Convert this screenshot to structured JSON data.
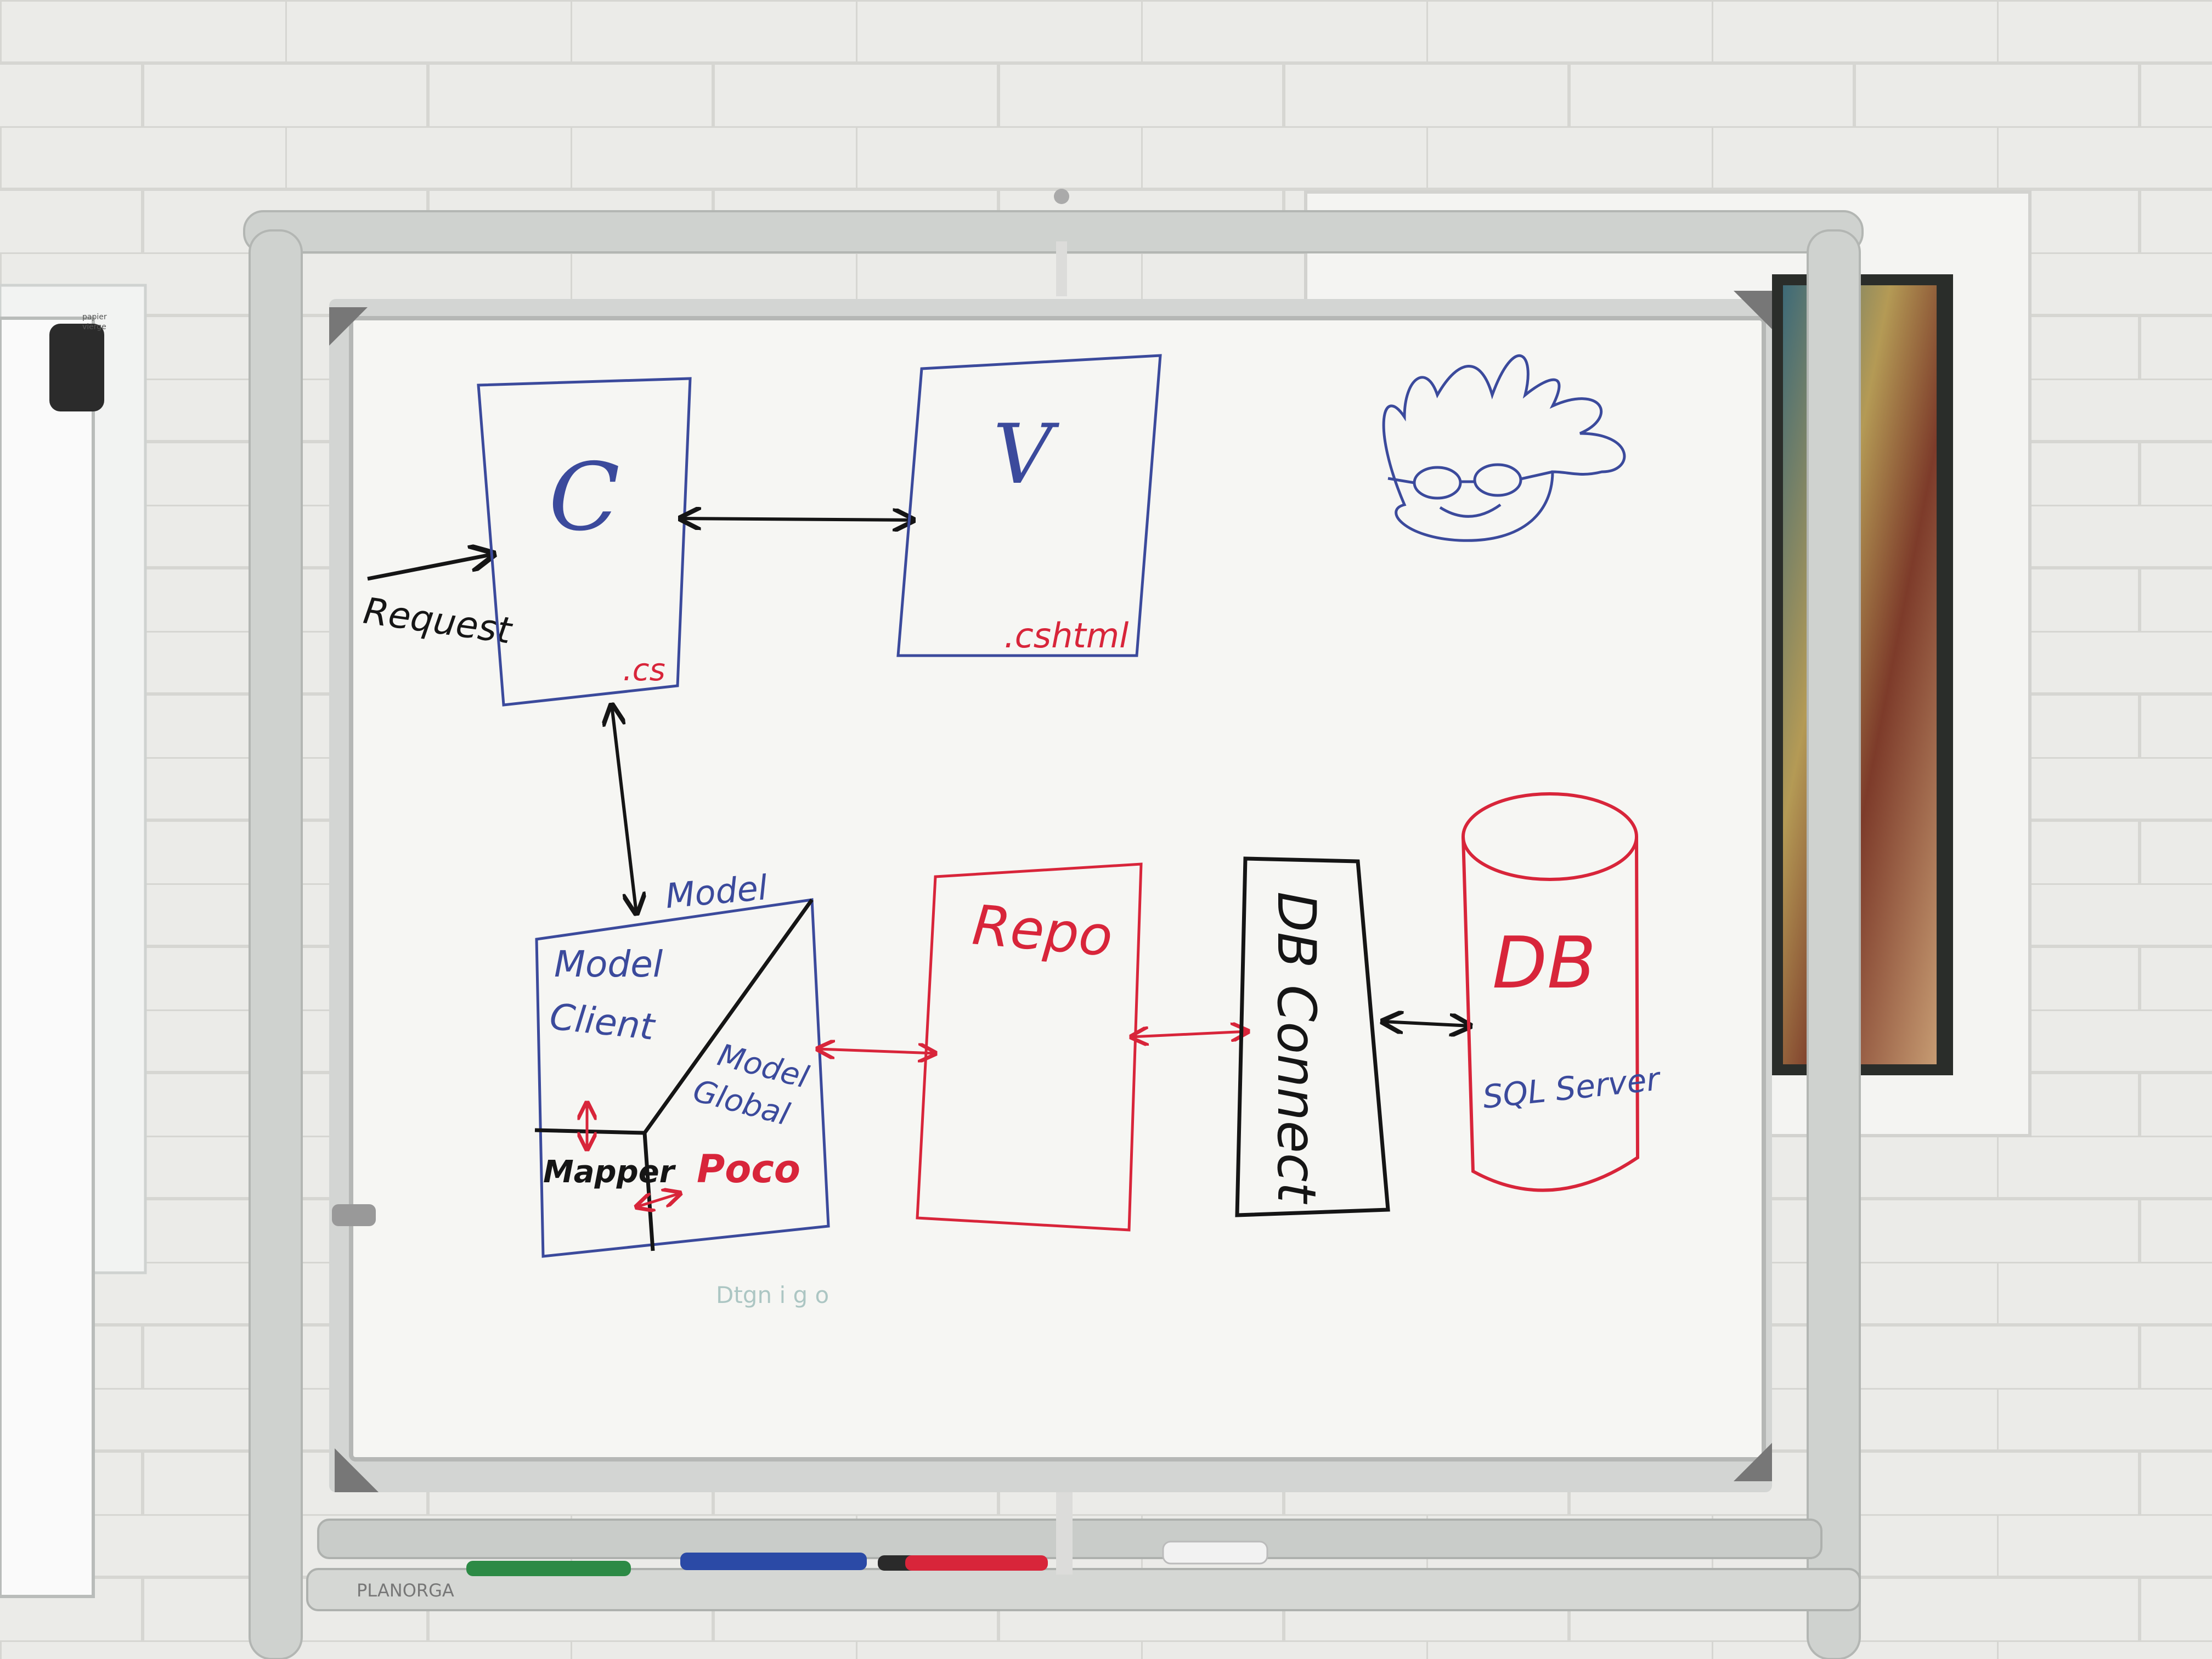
{
  "brand": {
    "stand_brand": "PLANORGA"
  },
  "flipchart": {
    "label_line1": "papier",
    "label_line2": "vierge"
  },
  "whiteboard": {
    "request_label": "Request",
    "controller": {
      "letter": "C",
      "file_ext": ".cs"
    },
    "view": {
      "letter": "V",
      "file_ext": ".cshtml"
    },
    "model": {
      "title": "Model",
      "client_line1": "Model",
      "client_line2": "Client",
      "global_line1": "Model",
      "global_line2": "Global",
      "mapper": "Mapper",
      "poco": "Poco"
    },
    "repo": {
      "label": "Repo"
    },
    "db_connect": {
      "label": "DB Connect"
    },
    "database": {
      "title": "DB",
      "subtitle": "SQL Server"
    },
    "faded_scribble": "Dtgn i g o"
  },
  "colors": {
    "wall": "#e9e9e6",
    "board": "#f6f6f3",
    "frame": "#c9ccc9",
    "blue_marker": "#3b4a9c",
    "red_marker": "#d8253a",
    "black_marker": "#151515"
  }
}
